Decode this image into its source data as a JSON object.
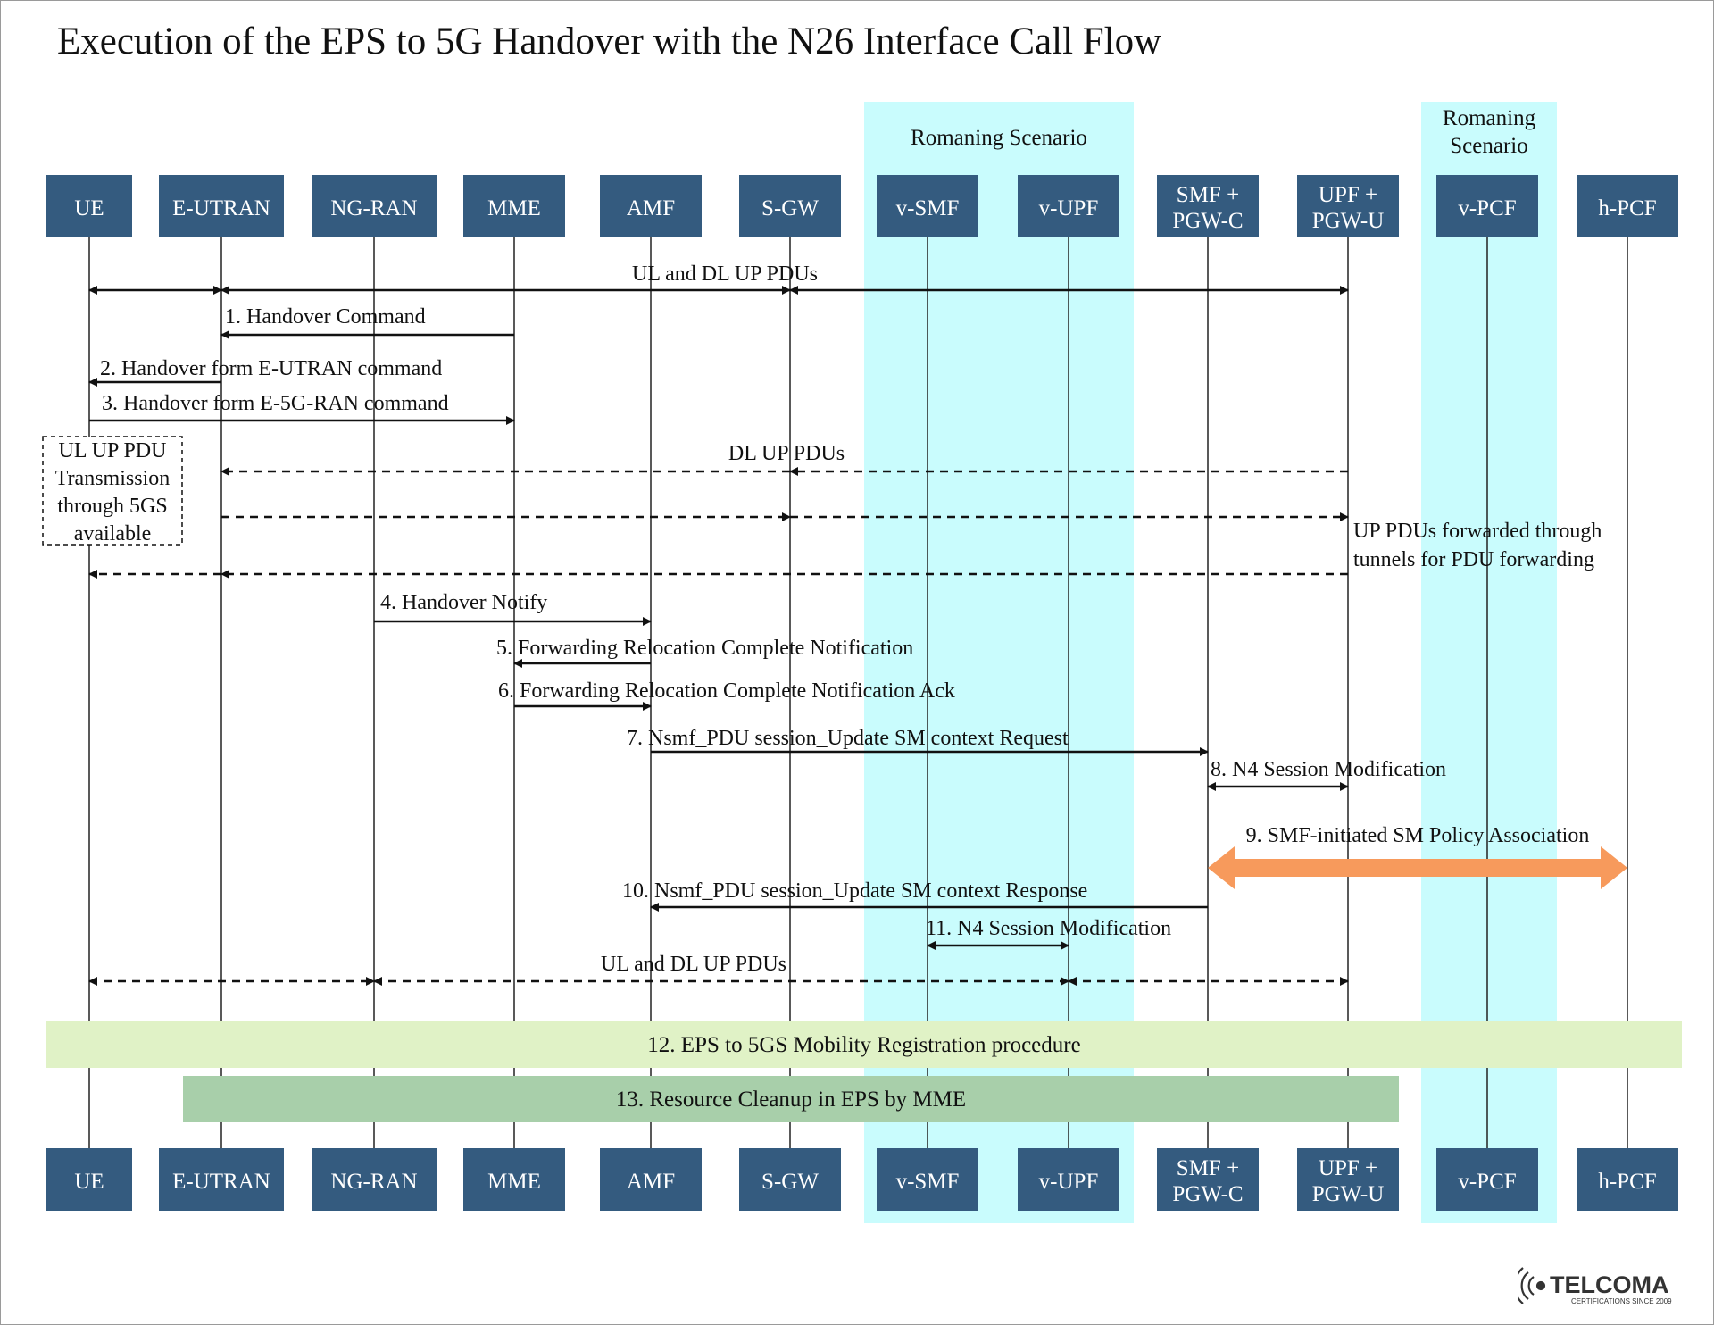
{
  "title": "Execution of the EPS to 5G Handover with the N26 Interface Call Flow",
  "regions": [
    {
      "id": "roaming-1",
      "label": [
        "Romaning Scenario"
      ]
    },
    {
      "id": "roaming-2",
      "label": [
        "Romaning",
        "Scenario"
      ]
    }
  ],
  "entities": [
    {
      "id": "ue",
      "label": [
        "UE"
      ]
    },
    {
      "id": "eutran",
      "label": [
        "E-UTRAN"
      ]
    },
    {
      "id": "ngran",
      "label": [
        "NG-RAN"
      ]
    },
    {
      "id": "mme",
      "label": [
        "MME"
      ]
    },
    {
      "id": "amf",
      "label": [
        "AMF"
      ]
    },
    {
      "id": "sgw",
      "label": [
        "S-GW"
      ]
    },
    {
      "id": "vsmf",
      "label": [
        "v-SMF"
      ]
    },
    {
      "id": "vupf",
      "label": [
        "v-UPF"
      ]
    },
    {
      "id": "smf",
      "label": [
        "SMF +",
        "PGW-C"
      ]
    },
    {
      "id": "upf",
      "label": [
        "UPF +",
        "PGW-U"
      ]
    },
    {
      "id": "vpcf",
      "label": [
        "v-PCF"
      ]
    },
    {
      "id": "hpcf",
      "label": [
        "h-PCF"
      ]
    }
  ],
  "messages": [
    {
      "id": "m-ul-dl-1",
      "label": "UL and DL UP PDUs",
      "style": "solid",
      "segments": [
        [
          "ue",
          "eutran",
          "both"
        ],
        [
          "eutran",
          "sgw",
          "both"
        ],
        [
          "sgw",
          "upf",
          "both"
        ]
      ]
    },
    {
      "id": "m1",
      "label": "1. Handover Command",
      "style": "solid",
      "segments": [
        [
          "mme",
          "eutran",
          "end"
        ]
      ]
    },
    {
      "id": "m2",
      "label": "2. Handover form E-UTRAN command",
      "style": "solid",
      "segments": [
        [
          "eutran",
          "ue",
          "end"
        ]
      ]
    },
    {
      "id": "m3",
      "label": "3. Handover form E-5G-RAN command",
      "style": "solid",
      "segments": [
        [
          "ue",
          "mme",
          "end"
        ]
      ]
    },
    {
      "id": "m-dl",
      "label": "DL UP PDUs",
      "style": "dashed",
      "segments": [
        [
          "upf",
          "sgw",
          "end"
        ],
        [
          "sgw",
          "eutran",
          "end"
        ]
      ]
    },
    {
      "id": "m-fwd-1",
      "label": "",
      "style": "dashed",
      "segments": [
        [
          "eutran",
          "sgw",
          "end"
        ],
        [
          "sgw",
          "upf",
          "end"
        ]
      ]
    },
    {
      "id": "m-fwd-2",
      "label": "",
      "style": "dashed",
      "segments": [
        [
          "upf",
          "eutran",
          "end"
        ],
        [
          "eutran",
          "ue",
          "end"
        ]
      ]
    },
    {
      "id": "m4",
      "label": "4. Handover Notify",
      "style": "solid",
      "segments": [
        [
          "ngran",
          "amf",
          "end"
        ]
      ]
    },
    {
      "id": "m5",
      "label": "5. Forwarding Relocation Complete Notification",
      "style": "solid",
      "segments": [
        [
          "amf",
          "mme",
          "end"
        ]
      ]
    },
    {
      "id": "m6",
      "label": "6. Forwarding Relocation Complete Notification Ack",
      "style": "solid",
      "segments": [
        [
          "mme",
          "amf",
          "end"
        ]
      ]
    },
    {
      "id": "m7",
      "label": "7. Nsmf_PDU session_Update SM context Request",
      "style": "solid",
      "segments": [
        [
          "amf",
          "smf",
          "end"
        ]
      ]
    },
    {
      "id": "m8",
      "label": "8. N4 Session Modification",
      "style": "solid",
      "segments": [
        [
          "smf",
          "upf",
          "both"
        ]
      ]
    },
    {
      "id": "m10",
      "label": "10. Nsmf_PDU session_Update SM context Response",
      "style": "solid",
      "segments": [
        [
          "smf",
          "amf",
          "end"
        ]
      ]
    },
    {
      "id": "m11",
      "label": "11. N4 Session Modification",
      "style": "solid",
      "segments": [
        [
          "vsmf",
          "vupf",
          "both"
        ]
      ]
    },
    {
      "id": "m-ul-dl-2",
      "label": "UL and DL UP PDUs",
      "style": "dashed",
      "segments": [
        [
          "ue",
          "ngran",
          "both"
        ],
        [
          "ngran",
          "vupf",
          "both"
        ],
        [
          "vupf",
          "upf",
          "both"
        ]
      ]
    }
  ],
  "big_arrow": {
    "label": "9. SMF-initiated SM Policy Association",
    "from": "smf",
    "to": "hpcf",
    "color": "#f79a5c"
  },
  "notes": [
    {
      "id": "ul-up-note",
      "lines": [
        "UL UP PDU",
        "Transmission",
        "through 5GS",
        "available"
      ]
    },
    {
      "id": "fwd-note",
      "lines": [
        "UP PDUs forwarded through",
        "tunnels for PDU forwarding"
      ]
    }
  ],
  "procedures": [
    {
      "id": "p12",
      "label": "12. EPS to 5GS Mobility Registration procedure",
      "color": "#e0f2c6"
    },
    {
      "id": "p13",
      "label": "13. Resource Cleanup in EPS by MME",
      "color": "#a8cfaa"
    }
  ],
  "colors": {
    "node": "#345b7f",
    "region": "#c9fcfd",
    "line": "#111111"
  },
  "logo": {
    "name": "TELCOMA",
    "tagline": "CERTIFICATIONS SINCE 2009"
  }
}
